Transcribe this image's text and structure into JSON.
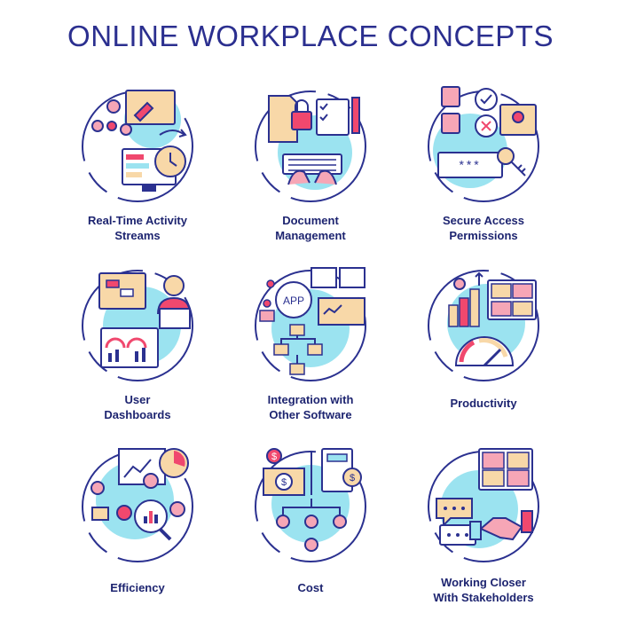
{
  "title": "ONLINE WORKPLACE CONCEPTS",
  "colors": {
    "outline": "#2b3190",
    "cyan": "#9be3f0",
    "peach": "#f8d8a8",
    "pink": "#f0486e",
    "pink_soft": "#f6a6b6"
  },
  "cards": [
    {
      "lines": [
        "Real-Time Activity",
        "Streams"
      ],
      "icon": "activity-streams-icon"
    },
    {
      "lines": [
        "Document",
        "Management"
      ],
      "icon": "document-management-icon"
    },
    {
      "lines": [
        "Secure Access",
        "Permissions"
      ],
      "icon": "secure-access-icon"
    },
    {
      "lines": [
        "User",
        "Dashboards"
      ],
      "icon": "user-dashboards-icon"
    },
    {
      "lines": [
        "Integration with",
        "Other Software"
      ],
      "icon": "integration-icon"
    },
    {
      "lines": [
        "Productivity"
      ],
      "icon": "productivity-icon"
    },
    {
      "lines": [
        "Efficiency"
      ],
      "icon": "efficiency-icon"
    },
    {
      "lines": [
        "Cost"
      ],
      "icon": "cost-icon"
    },
    {
      "lines": [
        "Working Closer",
        "With Stakeholders"
      ],
      "icon": "stakeholders-icon"
    }
  ],
  "icon_text": {
    "app": "APP",
    "password": "***",
    "dollar": "$"
  }
}
